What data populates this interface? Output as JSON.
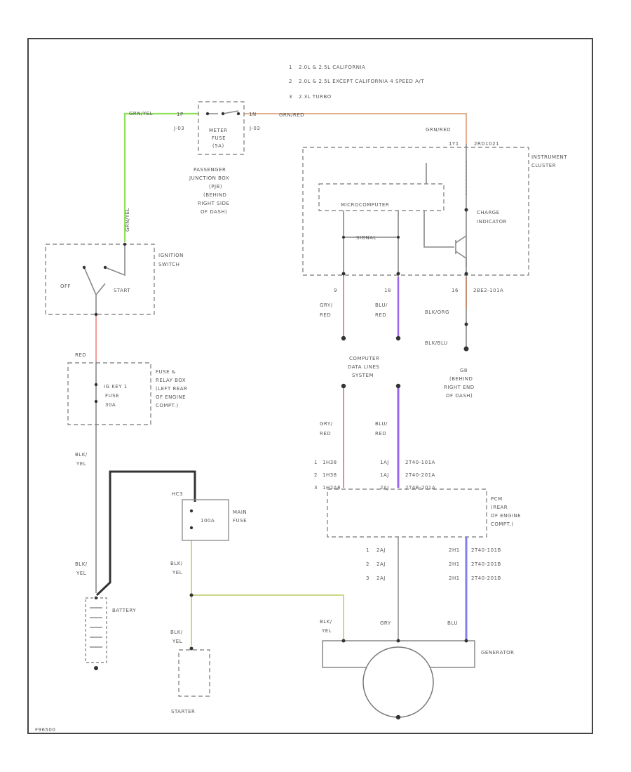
{
  "notes": [
    {
      "num": "1",
      "text": "2.0L & 2.5L CALIFORNIA"
    },
    {
      "num": "2",
      "text": "2.0L & 2.5L EXCEPT CALIFORNIA 4 SPEED A/T"
    },
    {
      "num": "3",
      "text": "2.3L TURBO"
    }
  ],
  "wire_colors": {
    "grn_yel": "#8fe05a",
    "gry_red": "#f08a8a",
    "blu_red": "#9966ee",
    "blu": "#8080f0",
    "red": "#f29a9a",
    "blk": "#333333",
    "yel": "#c9d98a",
    "brn": "#c09070",
    "orange": "#e0b090",
    "gray": "#aaaaaa"
  },
  "labels": {
    "grn_yel_top": "GRN/YEL",
    "wire_1p": "1P",
    "grn_yel_vert": "GRN/YEL",
    "meter_fuse": [
      "METER",
      "FUSE",
      "(5A)"
    ],
    "j03_left": "J-03",
    "j03_right": "J-03",
    "wire_1n": "1N",
    "grn_red_top": "GRN/RED",
    "grn_red_right": "GRN/RED",
    "passenger_jb": [
      "PASSENGER",
      "JUNCTION BOX",
      "(PJB)",
      "(BEHIND",
      "RIGHT SIDE",
      "OF DASH)"
    ],
    "cluster_pin": "1Y1",
    "cluster_conn": "2RD1021",
    "instrument_cluster": [
      "INSTRUMENT",
      "CLUSTER"
    ],
    "microcomputer": "MICROCOMPUTER",
    "charge_indicator": [
      "CHARGE",
      "INDICATOR"
    ],
    "signal": "SIGNAL",
    "ignition_switch": [
      "IGNITION",
      "SWITCH"
    ],
    "off": "OFF",
    "start": "START",
    "pin_9": "9",
    "pin_18": "18",
    "pin_16": "16",
    "pin_16_conn": "2BE2-101A",
    "gry_red": [
      "GRY/",
      "RED"
    ],
    "blu_red": [
      "BLU/",
      "RED"
    ],
    "blk_org": "BLK/ORG",
    "blk_blu": "BLK/BLU",
    "red": "RED",
    "fuse_relay": [
      "FUSE &",
      "RELAY BOX",
      "(LEFT REAR",
      "OF ENGINE",
      "COMPT.)"
    ],
    "igkey_fuse": [
      "IG KEY 1",
      "FUSE",
      "30A"
    ],
    "computer_data": [
      "COMPUTER",
      "DATA LINES",
      "SYSTEM"
    ],
    "ground": [
      "G8",
      "(BEHIND",
      "RIGHT END",
      "OF DASH)"
    ],
    "gry_red_2": [
      "GRY/",
      "RED"
    ],
    "blu_red_2": [
      "BLU/",
      "RED"
    ],
    "blk_yel_1": [
      "BLK/",
      "YEL"
    ],
    "pcm_left": [
      {
        "n": "1",
        "t": "1H38"
      },
      {
        "n": "2",
        "t": "1H38"
      },
      {
        "n": "3",
        "t": "1H2A8"
      }
    ],
    "pcm_mid": [
      "1AJ",
      "1AJ",
      "2AJ"
    ],
    "pcm_right": [
      "2T40-101A",
      "2T40-201A",
      "2T4B-201A"
    ],
    "pcm": [
      "PCM",
      "(REAR",
      "OF ENGINE",
      "COMPT.)"
    ],
    "hc": "HC3",
    "main_fuse": [
      "MAIN",
      "FUSE"
    ],
    "fuse_100a": "100A",
    "blk_yel_2": [
      "BLK/",
      "YEL"
    ],
    "gen_left": [
      {
        "n": "1",
        "t": "2AJ"
      },
      {
        "n": "2",
        "t": "2AJ"
      },
      {
        "n": "3",
        "t": "2AJ"
      }
    ],
    "gen_mid": [
      "2H1",
      "2H1",
      "2H1"
    ],
    "gen_right": [
      "2T40-101B",
      "2T40-201B",
      "2T40-201B"
    ],
    "blk_yel_3": [
      "BLK/",
      "YEL"
    ],
    "battery": "BATTERY",
    "blk_yel_4": [
      "BLK/",
      "YEL"
    ],
    "blk_yel_5": [
      "BLK/",
      "YEL"
    ],
    "gry": "GRY",
    "blu": "BLU",
    "generator": "GENERATOR",
    "starter": "STARTER",
    "page_id": "F96500"
  }
}
